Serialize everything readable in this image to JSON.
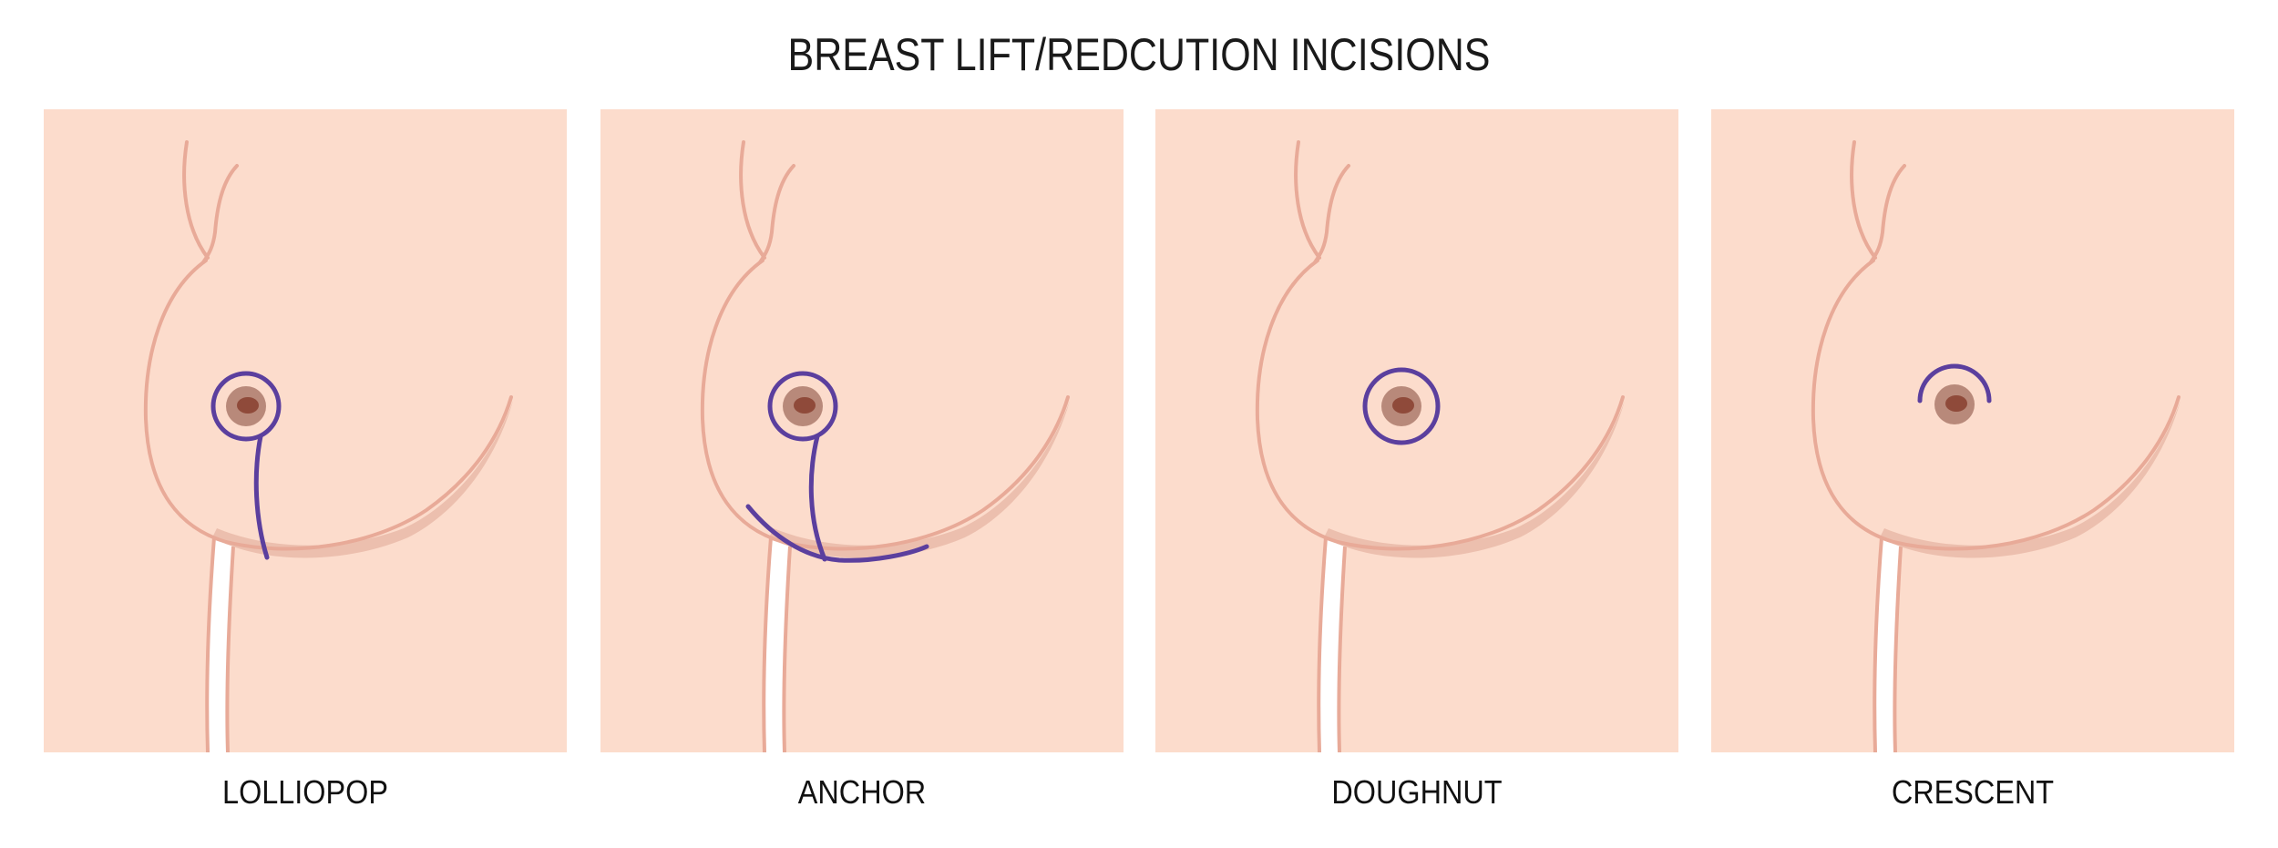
{
  "title": "BREAST LIFT/REDCUTION INCISIONS",
  "colors": {
    "background": "#ffffff",
    "skin": "#fcdccc",
    "outline": "#e8aa98",
    "shadow": "#ecbfae",
    "incision": "#5b3f9e",
    "areola": "#b8897a",
    "nipple": "#8f4a3a",
    "text": "#111111"
  },
  "panels": [
    {
      "label": "LOLLIOPOP",
      "incision_type": "lollipop"
    },
    {
      "label": "ANCHOR",
      "incision_type": "anchor"
    },
    {
      "label": "DOUGHNUT",
      "incision_type": "doughnut"
    },
    {
      "label": "CRESCENT",
      "incision_type": "crescent"
    }
  ]
}
